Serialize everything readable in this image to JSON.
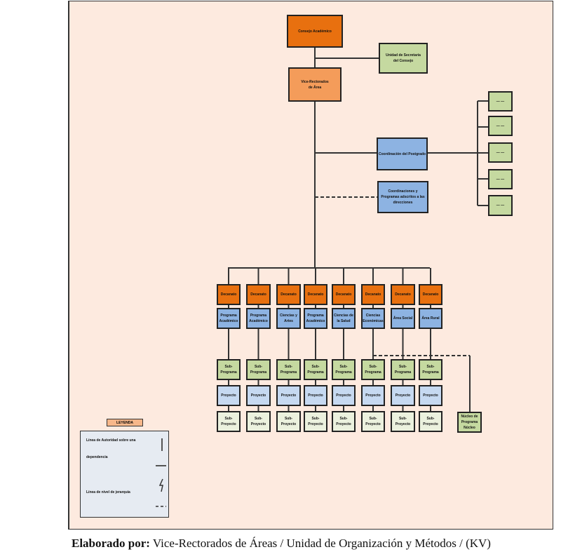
{
  "footer": {
    "label": "Elaborado por:",
    "text": " Vice-Rectorados de Áreas / Unidad de Organización y Métodos / (KV)"
  },
  "nodes": {
    "consejo": {
      "line1": "Consejo Académico",
      "line2": ""
    },
    "unidad_secretaria": {
      "line1": "Unidad de Secretaría",
      "line2": "del Consejo"
    },
    "vice_rectorados": {
      "line1": "Vice-Rectorados",
      "line2": "de Área"
    },
    "coordinacion_postgrado": {
      "line1": "Coordinación del Postgrado",
      "line2": ""
    },
    "coordinaciones_programas": {
      "line1": "Coordinaciones y",
      "line2": "Programas adscritos a las direcciones"
    },
    "right_units": [
      "— —",
      "— —",
      "— —",
      "— —",
      "— —"
    ],
    "decanatos": [
      "Decanato",
      "Decanato",
      "Decanato",
      "Decanato",
      "Decanato",
      "Decanato",
      "Decanato",
      "Decanato"
    ],
    "direcciones": [
      "Programa Académico",
      "Programa Académico",
      "Ciencias y Artes",
      "Programa Académico",
      "Ciencias de la Salud",
      "Ciencias Económicas",
      "Área Social",
      "Área Rural"
    ],
    "subprogramas": [
      "Sub-Programa",
      "Sub-Programa",
      "Sub-Programa",
      "Sub-Programa",
      "Sub-Programa",
      "Sub-Programa",
      "Sub-Programa",
      "Sub-Programa"
    ],
    "proyectos": [
      "Proyecto",
      "Proyecto",
      "Proyecto",
      "Proyecto",
      "Proyecto",
      "Proyecto",
      "Proyecto",
      "Proyecto"
    ],
    "subproyectos": [
      "Sub-Proyecto",
      "Sub-Proyecto",
      "Sub-Proyecto",
      "Sub-Proyecto",
      "Sub-Proyecto",
      "Sub-Proyecto",
      "Sub-Proyecto",
      "Sub-Proyecto"
    ],
    "extra": {
      "line1": "Núcleo de",
      "line2": "Programa Núcleo"
    }
  },
  "legend": {
    "title": "LEYENDA",
    "item1": "Línea de Autoridad sobre una",
    "item1b": "dependencia",
    "item2": "Línea de nivel de jerarquía"
  },
  "colors": {
    "background": "#fdeadf",
    "orange": "#e8700f",
    "orange_light": "#f49c5a",
    "green": "#c5d9a0",
    "blue": "#8db3e2",
    "blue_light": "#c6d9f1",
    "green_light": "#ebf1de"
  }
}
